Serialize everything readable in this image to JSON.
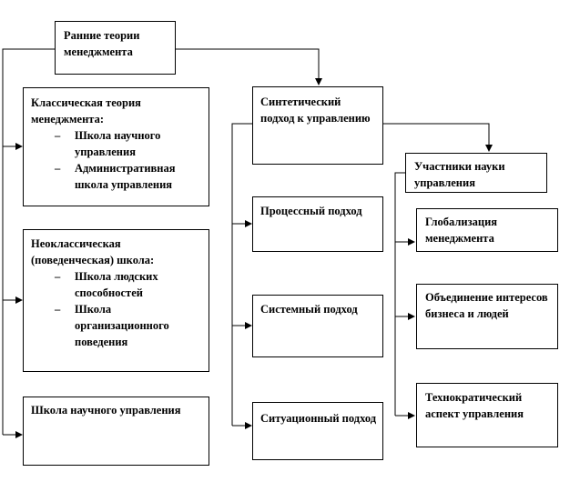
{
  "diagram": {
    "early": "Ранние теории менеджмента",
    "classical": {
      "heading": "Классическая теория менеджмента:",
      "items": [
        "Школа научного управления",
        "Административная школа управления"
      ]
    },
    "neoclassical": {
      "heading": "Неоклассическая (поведенческая) школа:",
      "items": [
        "Школа людских способностей",
        "Школа организационного поведения"
      ]
    },
    "scientific": "Школа научного управления",
    "synthetic": "Синтетический подход к управлению",
    "process": "Процессный подход",
    "system": "Системный подход",
    "situational": "Ситуационный подход",
    "participants": "Участники науки управления",
    "globalization": "Глобализация менеджмента",
    "union": "Объединение интересов бизнеса и людей",
    "technocratic": "Технократический аспект управления",
    "bullet": "–"
  }
}
